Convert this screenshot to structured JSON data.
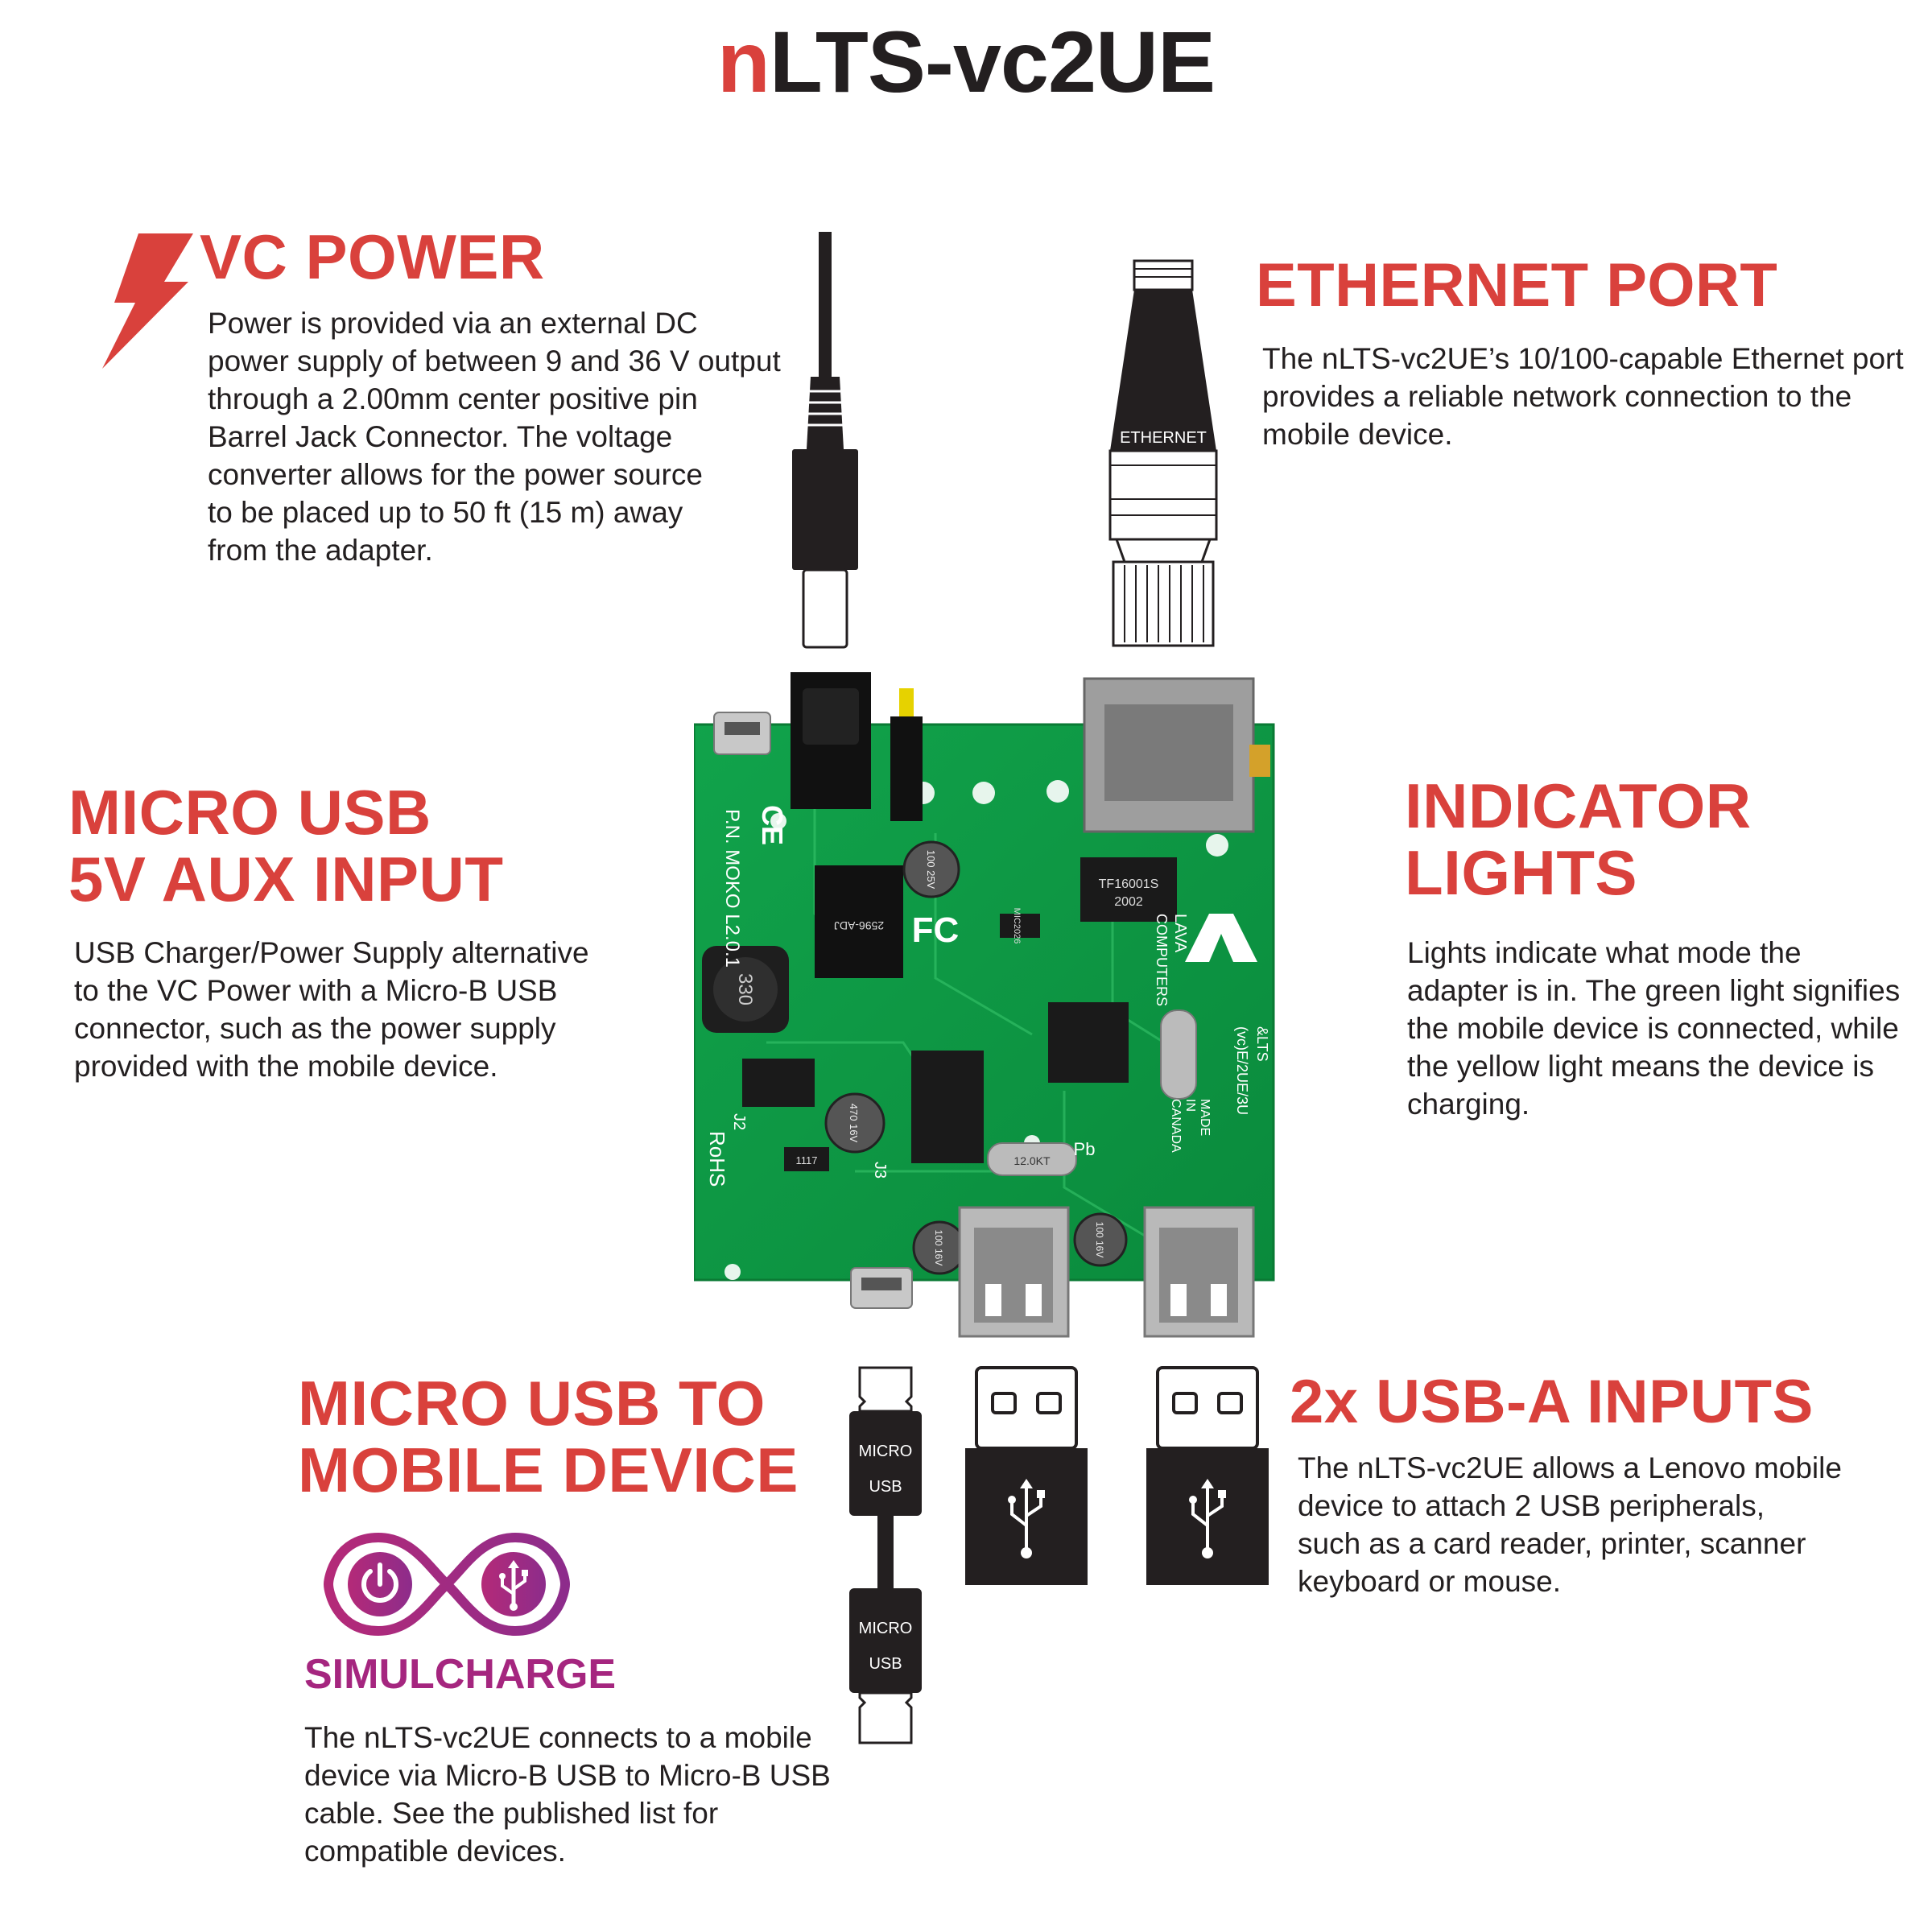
{
  "title": {
    "accent": "n",
    "rest": "LTS-vc2UE"
  },
  "sections": {
    "vc_power": {
      "heading": "VC POWER",
      "lines": [
        "Power is provided via an external DC",
        "power supply of between 9 and 36 V output",
        "through a 2.00mm center positive pin",
        "Barrel Jack Connector. The voltage",
        "converter allows for the power source",
        "to be placed up to 50 ft (15 m) away",
        "from the adapter."
      ]
    },
    "ethernet": {
      "heading": "ETHERNET PORT",
      "lines": [
        "The nLTS-vc2UE’s 10/100-capable Ethernet port",
        "provides a reliable network connection to the",
        "mobile device."
      ]
    },
    "micro_usb_aux": {
      "heading_lines": [
        "MICRO USB",
        "5V AUX INPUT"
      ],
      "lines": [
        "USB Charger/Power Supply alternative",
        "to the VC Power with a Micro-B USB",
        "connector, such as the power supply",
        "provided with the mobile device."
      ]
    },
    "indicator": {
      "heading_lines": [
        "INDICATOR",
        "LIGHTS"
      ],
      "lines": [
        "Lights indicate what mode the",
        "adapter is in. The green light signifies",
        "the mobile device is connected, while",
        "the yellow light means the device is",
        "charging."
      ]
    },
    "micro_usb_mobile": {
      "heading_lines": [
        "MICRO USB TO",
        "MOBILE DEVICE"
      ],
      "badge": "SIMULCHARGE",
      "lines": [
        "The nLTS-vc2UE connects to a mobile",
        "device via Micro-B USB to Micro-B USB",
        "cable. See the published list for",
        "compatible devices."
      ]
    },
    "usb_a": {
      "heading": "2x USB-A INPUTS",
      "lines": [
        "The nLTS-vc2UE allows a Lenovo mobile",
        "device to attach 2 USB peripherals,",
        "such as a card reader, printer, scanner",
        "keyboard or mouse."
      ]
    }
  },
  "cable_labels": {
    "ethernet": "ETHERNET",
    "micro_top": [
      "MICRO",
      "USB"
    ],
    "micro_bottom": [
      "MICRO",
      "USB"
    ]
  },
  "board_text": {
    "pn": "P.N. MOKO L2.0.1",
    "rohs": "RoHS",
    "j2": "J2",
    "j3": "J3",
    "brand": [
      "LAVA",
      "COMPUTERS"
    ],
    "model": [
      "&LTS",
      "(vc)E/2UE/3U"
    ],
    "made": [
      "MADE",
      "IN",
      "CANADA"
    ],
    "inductor": "330",
    "chip1": "TF16001S",
    "chip1b": "2002",
    "fc": "FC",
    "ce": "CE",
    "pb": "Pb",
    "cap1": "100 25V",
    "cap2": "470 16V",
    "cap3": "100 16V",
    "cap4": "100 16V",
    "chip2": "2596-ADJ",
    "xtal": "12.0KT",
    "ic1117": "1117",
    "mic": "MIC2026"
  },
  "colors": {
    "accent": "#d9413c",
    "text": "#231f20",
    "simul": "#a5267f",
    "pcb": "#0d9a45",
    "connector": "#231f20"
  }
}
